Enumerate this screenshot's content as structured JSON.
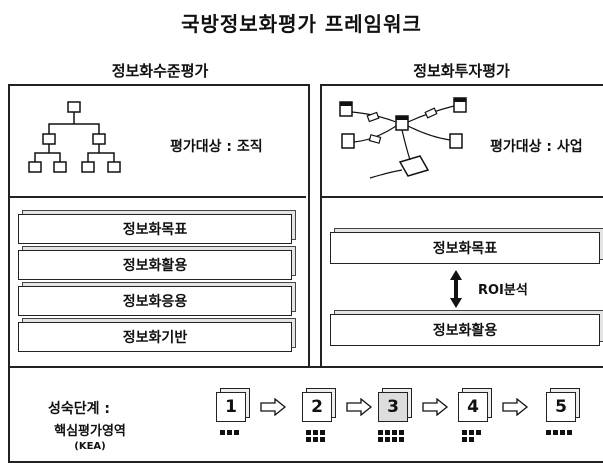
{
  "title": "국방정보화평가 프레임워크",
  "left": {
    "heading": "정보화수준평가",
    "target": "평가대상 : 조직",
    "layers": [
      "정보화목표",
      "정보화활용",
      "정보화응용",
      "정보화기반"
    ]
  },
  "right": {
    "heading": "정보화투자평가",
    "target": "평가대상 : 사업",
    "layers": [
      "정보화목표",
      "정보화활용"
    ],
    "roi": "ROI분석"
  },
  "bottom": {
    "maturity_label": "성숙단계 :",
    "kea_label": "핵심평가영역",
    "kea_sub": "(KEA)",
    "stages": [
      "1",
      "2",
      "3",
      "4",
      "5"
    ],
    "kea_counts": [
      3,
      6,
      8,
      5,
      4
    ]
  },
  "icons": [
    "org-chart-icon",
    "network-icon",
    "arrow-right-icon",
    "double-arrow-icon"
  ]
}
